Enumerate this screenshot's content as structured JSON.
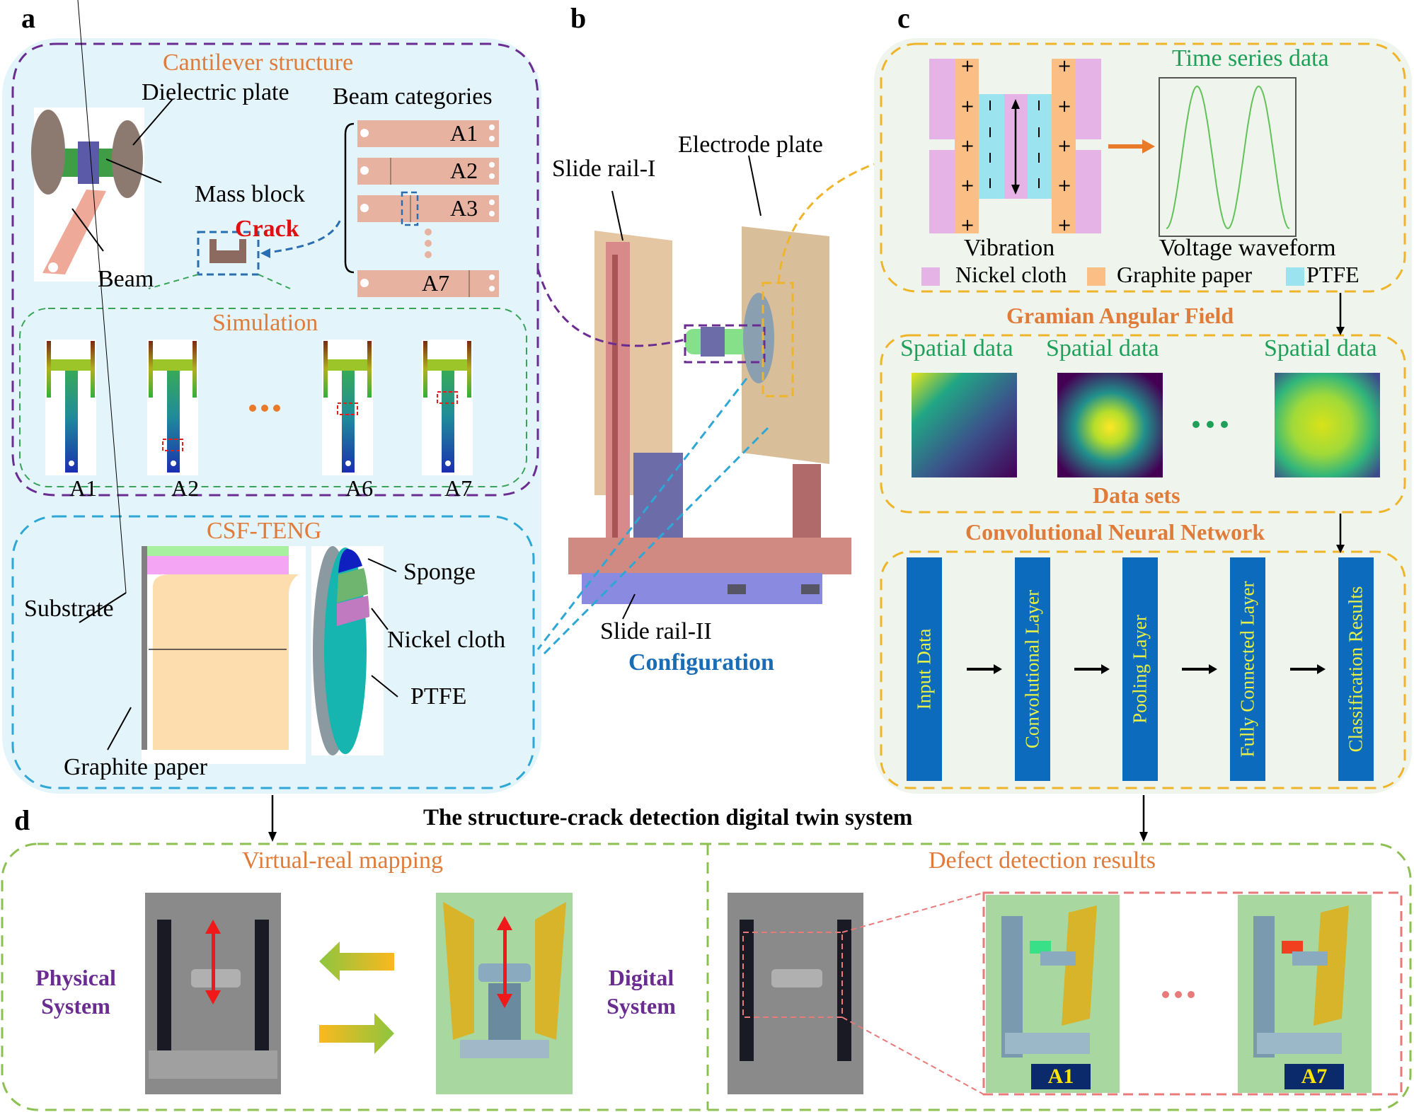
{
  "panels": {
    "a": {
      "letter": "a",
      "cantilever_title": "Cantilever structure",
      "dielectric_plate": "Dielectric plate",
      "mass_block": "Mass block",
      "beam": "Beam",
      "crack": "Crack",
      "beam_categories": "Beam categories",
      "beams": [
        "A1",
        "A2",
        "A3",
        "A7"
      ],
      "simulation_title": "Simulation",
      "simulation_labels": [
        "A1",
        "A2",
        "A6",
        "A7"
      ],
      "csf_title": "CSF-TENG",
      "substrate": "Substrate",
      "graphite_paper": "Graphite paper",
      "sponge": "Sponge",
      "nickel_cloth": "Nickel cloth",
      "ptfe": "PTFE"
    },
    "b": {
      "letter": "b",
      "slide_rail_1": "Slide rail-I",
      "electrode_plate": "Electrode plate",
      "slide_rail_2": "Slide rail-II",
      "configuration": "Configuration"
    },
    "c": {
      "letter": "c",
      "time_series": "Time series data",
      "vibration": "Vibration",
      "voltage_waveform": "Voltage waveform",
      "legend": [
        {
          "label": "Nickel cloth",
          "color": "#e6b3e6"
        },
        {
          "label": "Graphite paper",
          "color": "#fbbf86"
        },
        {
          "label": "PTFE",
          "color": "#9be3ee"
        }
      ],
      "gaf_title": "Gramian Angular Field",
      "spatial_labels": [
        "Spatial data",
        "Spatial data",
        "Spatial data"
      ],
      "data_sets": "Data sets",
      "cnn_title": "Convolutional Neural Network",
      "cnn_layers": [
        "Input Data",
        "Convolutional Layer",
        "Pooling Layer",
        "Fully Connected Layer",
        "Classification Results"
      ]
    },
    "d": {
      "letter": "d",
      "title": "The structure-crack detection digital twin system",
      "virtual_real": "Virtual-real mapping",
      "physical_line1": "Physical",
      "physical_line2": "System",
      "digital_line1": "Digital",
      "digital_line2": "System",
      "defect_results": "Defect detection results",
      "result_labels": [
        "A1",
        "A7"
      ]
    }
  },
  "colors": {
    "accent_orange": "#e07b39",
    "green_text": "#1fa05a",
    "purple": "#6a2c91",
    "cnn_blue": "#0d6bbd",
    "cnn_text": "#e6f04a",
    "config_blue": "#1a6db5",
    "crack_red": "#e01010"
  }
}
